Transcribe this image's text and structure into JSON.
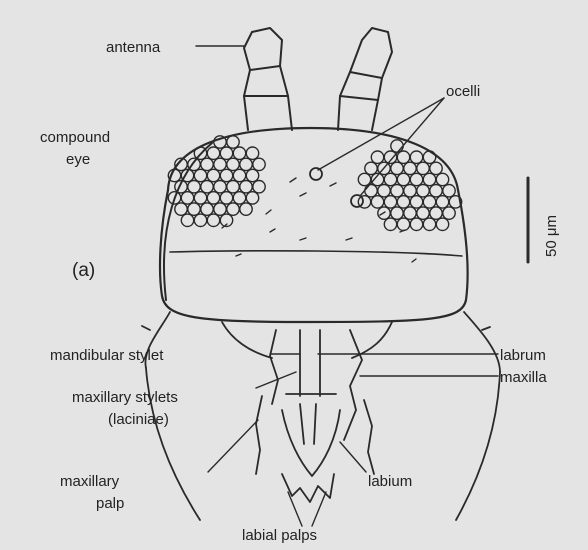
{
  "figure": {
    "panel_label": "(a)",
    "scale_bar": "50 μm",
    "labels": {
      "antenna": "antenna",
      "ocelli": "ocelli",
      "compound_eye_1": "compound",
      "compound_eye_2": "eye",
      "mandibular_stylet": "mandibular stylet",
      "labrum": "labrum",
      "maxilla": "maxilla",
      "maxillary_stylets_1": "maxillary stylets",
      "maxillary_stylets_2": "(laciniae)",
      "maxillary_palp_1": "maxillary",
      "maxillary_palp_2": "palp",
      "labium": "labium",
      "labial_palps": "labial palps"
    }
  }
}
